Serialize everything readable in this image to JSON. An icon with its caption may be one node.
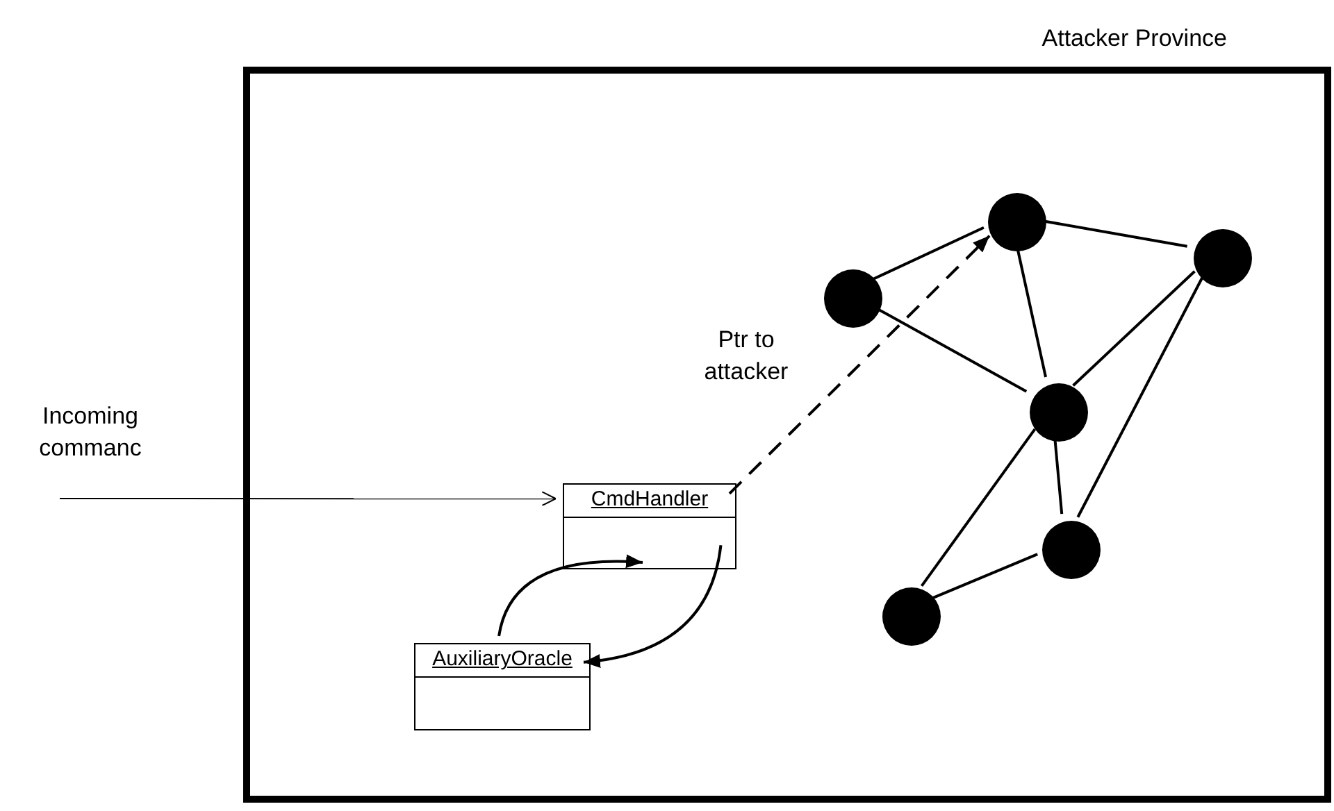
{
  "diagram": {
    "nodes": [
      {
        "text": [
          "Attacker Province"
        ]
      },
      {
        "text": [
          "CmdHandler"
        ],
        "in": 0
      },
      {
        "text": [
          "AuxiliaryOracle"
        ],
        "in": 0
      },
      {
        "text": [],
        "shape": "circle",
        "in": 0
      },
      {
        "text": [],
        "shape": "circle",
        "in": 0
      },
      {
        "text": [],
        "shape": "circle",
        "in": 0
      },
      {
        "text": [],
        "shape": "circle",
        "in": 0
      },
      {
        "text": [],
        "shape": "circle",
        "in": 0
      },
      {
        "text": [],
        "shape": "circle",
        "in": 0
      }
    ],
    "edges": [
      {
        "from": null,
        "to": 1,
        "arrow": "to",
        "label": "Incoming commanc"
      },
      {
        "from": 1,
        "to": 5,
        "arrow": "to",
        "label": "Ptr to attacker",
        "style": "dashed"
      },
      {
        "from": 2,
        "to": 1,
        "arrow": "to"
      },
      {
        "from": 1,
        "to": 2,
        "arrow": "to"
      },
      {
        "from": 3,
        "to": 5,
        "arrow": "none"
      },
      {
        "from": 5,
        "to": 8,
        "arrow": "none"
      },
      {
        "from": 3,
        "to": 6,
        "arrow": "none"
      },
      {
        "from": 5,
        "to": 6,
        "arrow": "none"
      },
      {
        "from": 8,
        "to": 6,
        "arrow": "none"
      },
      {
        "from": 8,
        "to": 7,
        "arrow": "none"
      },
      {
        "from": 6,
        "to": 7,
        "arrow": "none"
      },
      {
        "from": 6,
        "to": 4,
        "arrow": "none"
      },
      {
        "from": 4,
        "to": 7,
        "arrow": "none"
      }
    ]
  }
}
